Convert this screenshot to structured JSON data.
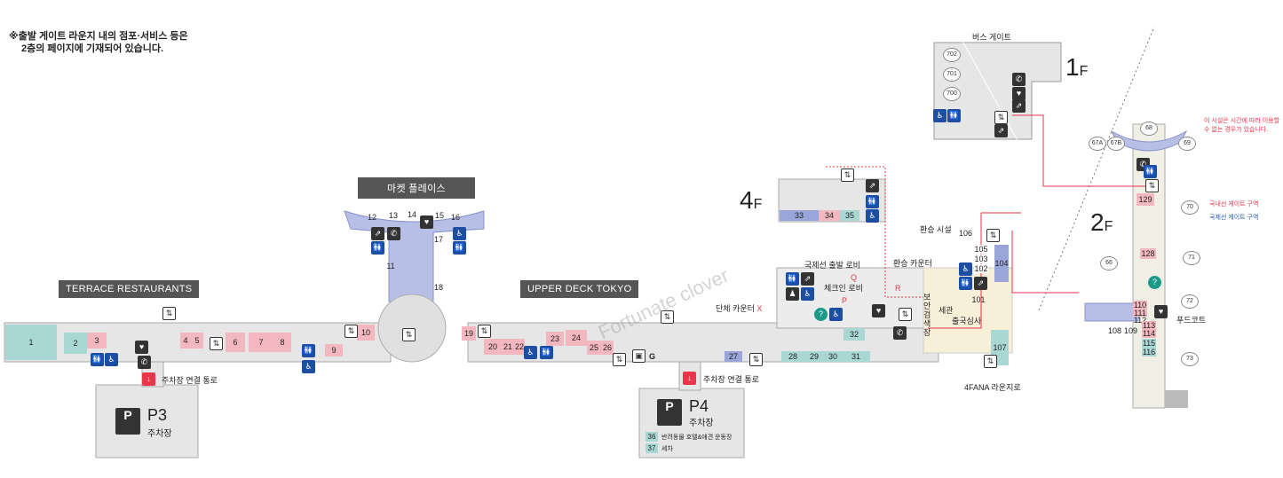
{
  "note": {
    "line1": "※출발 게이트 라운지 내의 점포·서비스 등은",
    "line2": "2층의 페이지에 기재되어 있습니다."
  },
  "labels": {
    "terrace": "TERRACE RESTAURANTS",
    "market": "마켓 플레이스",
    "upper_deck": "UPPER DECK TOKYO",
    "bus_gate": "버스 게이트",
    "p3_link": "주차장 연결 통로",
    "p4_link": "주차장 연결 통로",
    "p3": "P3",
    "p3_sub": "주차장",
    "p4": "P4",
    "p4_sub": "주차장",
    "p4_36": "반려동물 호텔&애견 운동장",
    "p4_37": "세차",
    "intl_lobby": "국제선 출발 로비",
    "checkin_lobby": "체크인 로비",
    "group_counter": "단체 카운터",
    "group_counter_mark": "X",
    "transfer_facility": "환승 시설",
    "transfer_counter": "환승 카운터",
    "customs": "세관",
    "security": "보안검색장",
    "immigration": "출국심사",
    "lounge": "4FANA 라운지로",
    "food_court": "푸드코트",
    "time_note": "이 시설은 시간에 따라 이용할 수 없는 경우가 있습니다.",
    "domestic_zone": "국내선 게이트 구역",
    "intl_zone": "국제선 게이트 구역",
    "r_mark": "R",
    "p_mark": "P",
    "q_mark": "Q",
    "g_mark": "G",
    "watermark": "Fortunate clover"
  },
  "floors": {
    "f1": "1",
    "f4": "4",
    "f2": "2",
    "suffix": "F"
  },
  "bus_gates": [
    "702",
    "701",
    "700"
  ],
  "gates_2f": [
    "68",
    "69",
    "67A",
    "67B",
    "70",
    "71",
    "66",
    "72",
    "73"
  ],
  "shops": {
    "s1": "1",
    "s2": "2",
    "s3": "3",
    "s4": "4",
    "s5": "5",
    "s6": "6",
    "s7": "7",
    "s8": "8",
    "s9": "9",
    "s10": "10",
    "s11": "11",
    "s12": "12",
    "s13": "13",
    "s14": "14",
    "s15": "15",
    "s16": "16",
    "s17": "17",
    "s18": "18",
    "s19": "19",
    "s20": "20",
    "s21": "21",
    "s22": "22",
    "s23": "23",
    "s24": "24",
    "s25": "25",
    "s26": "26",
    "s27": "27",
    "s28": "28",
    "s29": "29",
    "s30": "30",
    "s31": "31",
    "s32": "32",
    "s33": "33",
    "s34": "34",
    "s35": "35",
    "s36": "36",
    "s37": "37",
    "s101": "101",
    "s102": "102",
    "s103": "103",
    "s104": "104",
    "s105": "105",
    "s106": "106",
    "s107": "107",
    "s108": "108",
    "s109": "109",
    "s110": "110",
    "s111": "111",
    "s112": "112",
    "s113": "113",
    "s114": "114",
    "s115": "115",
    "s116": "116",
    "s128": "128",
    "s129": "129"
  },
  "colors": {
    "restaurant": "#f3b8bf",
    "service": "#a9d8d4",
    "shop": "#9aa6d9",
    "accent_red": "#e8354a",
    "icon_blue": "#1c4fa3"
  }
}
